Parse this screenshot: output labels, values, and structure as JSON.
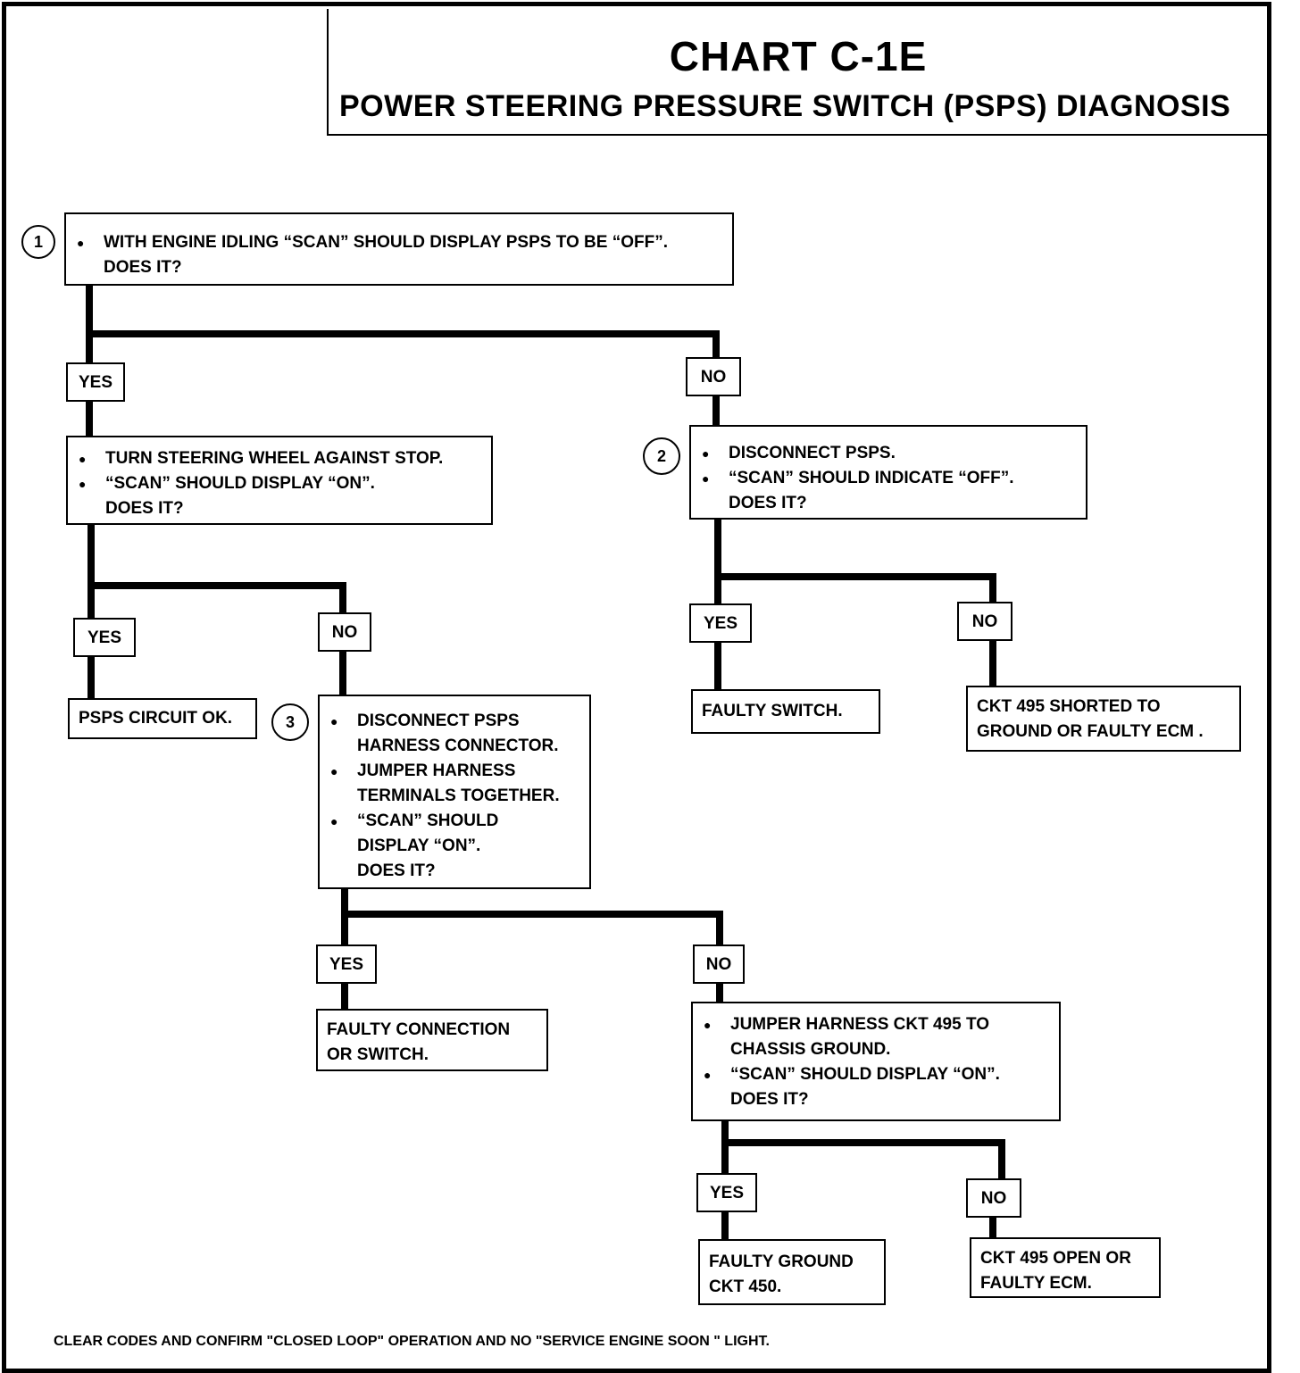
{
  "title": "CHART C-1E",
  "subtitle": "POWER STEERING PRESSURE SWITCH (PSPS) DIAGNOSIS",
  "step1": {
    "num": "1",
    "lines": [
      "WITH ENGINE IDLING “SCAN” SHOULD DISPLAY PSPS TO BE “OFF”.",
      "DOES IT?"
    ]
  },
  "step1_yes": {
    "label": "YES",
    "lines": [
      "TURN STEERING WHEEL AGAINST STOP.",
      "“SCAN” SHOULD DISPLAY “ON”.",
      "DOES IT?"
    ]
  },
  "step1_no": {
    "label": "NO"
  },
  "step2": {
    "num": "2",
    "lines": [
      "DISCONNECT PSPS.",
      "“SCAN” SHOULD INDICATE  “OFF”.",
      "DOES IT?"
    ]
  },
  "turn_yes": {
    "label": "YES",
    "result": "PSPS CIRCUIT OK."
  },
  "turn_no": {
    "label": "NO"
  },
  "step3": {
    "num": "3",
    "lines": [
      "DISCONNECT PSPS",
      "HARNESS CONNECTOR.",
      "JUMPER HARNESS",
      "TERMINALS TOGETHER.",
      "“SCAN” SHOULD",
      "DISPLAY “ON”.",
      "DOES IT?"
    ]
  },
  "step2_yes": {
    "label": "YES",
    "result": "FAULTY SWITCH."
  },
  "step2_no": {
    "label": "NO",
    "result_lines": [
      "CKT 495 SHORTED TO",
      "GROUND OR FAULTY ECM ."
    ]
  },
  "step3_yes": {
    "label": "YES",
    "result_lines": [
      "FAULTY CONNECTION",
      "OR  SWITCH."
    ]
  },
  "step3_no": {
    "label": "NO",
    "lines": [
      "JUMPER HARNESS CKT 495 TO",
      "CHASSIS GROUND.",
      "“SCAN” SHOULD DISPLAY “ON”.",
      "DOES IT?"
    ]
  },
  "jumper_yes": {
    "label": "YES",
    "result_lines": [
      "FAULTY GROUND",
      "CKT  450."
    ]
  },
  "jumper_no": {
    "label": "NO",
    "result_lines": [
      "CKT 495 OPEN OR",
      "FAULTY ECM."
    ]
  },
  "footnote": "CLEAR CODES AND CONFIRM \"CLOSED LOOP\" OPERATION AND NO \"SERVICE ENGINE SOON \" LIGHT."
}
